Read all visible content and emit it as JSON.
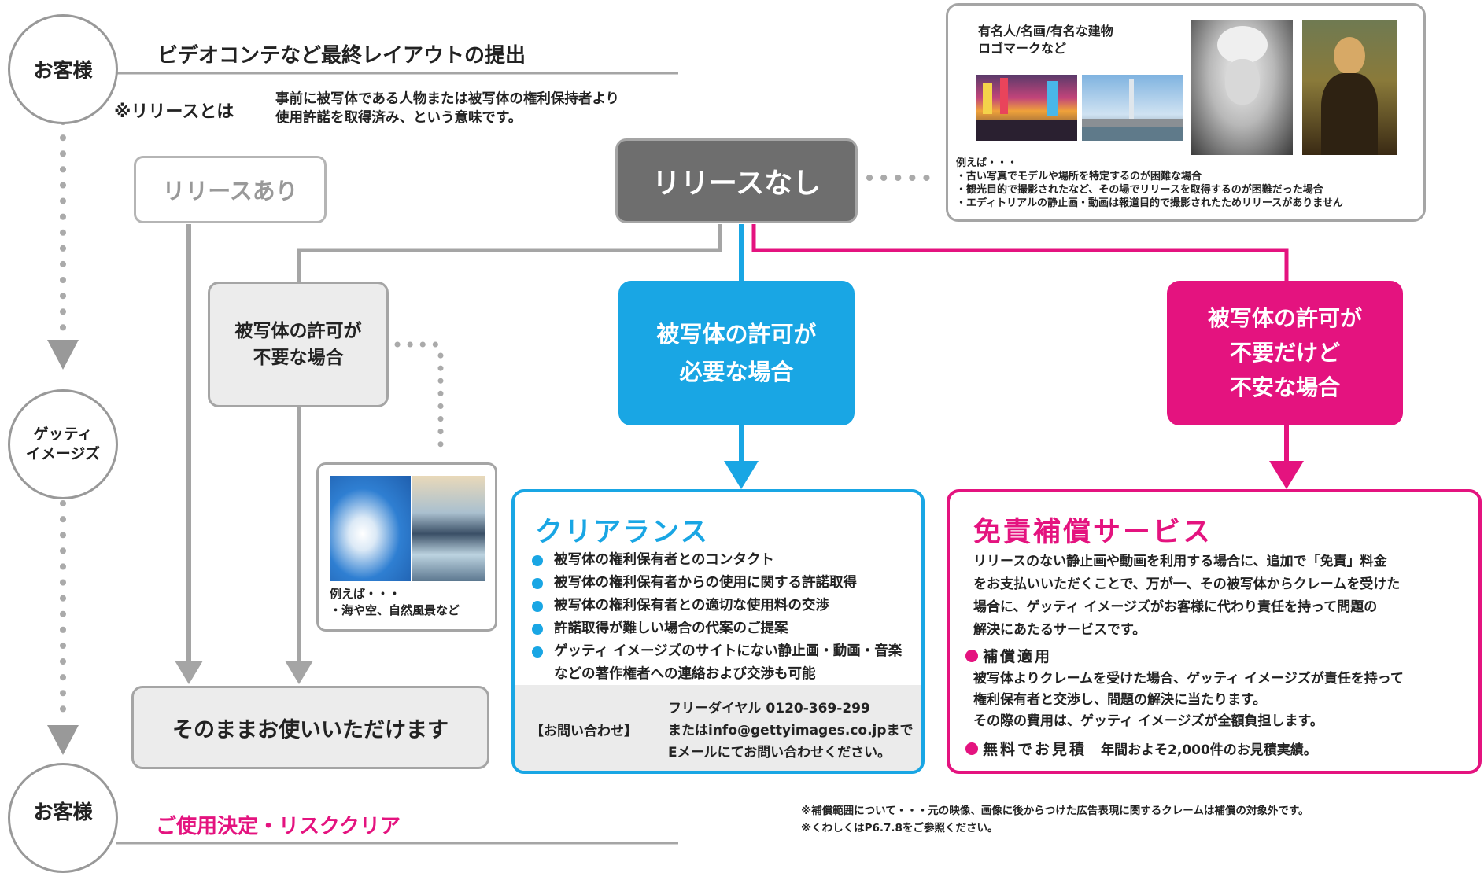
{
  "customer_top": {
    "label": "お客様",
    "title": "ビデオコンテなど最終レイアウトの提出",
    "release_def_label": "※リリースとは",
    "release_def_text": "事前に被写体である人物または被写体の権利保持者より\n使用許諾を取得済み、という意味です。"
  },
  "getty_circle": {
    "label": "ゲッティ\nイメージズ"
  },
  "customer_bottom": {
    "label": "お客様",
    "title": "ご使用決定・リスククリア"
  },
  "release_yes": {
    "label": "リリースあり"
  },
  "release_no": {
    "label": "リリースなし"
  },
  "famous_panel": {
    "heading": "有名人/名画/有名な建物\nロゴマークなど",
    "examples": "例えば・・・\n・古い写真でモデルや場所を特定するのが困難な場合\n・観光目的で撮影されたなど、その場でリリースを取得するのが困難だった場合\n・エディトリアルの静止画・動画は報道目的で撮影されたためリリースがありません"
  },
  "not_required": {
    "label": "被写体の許可が\n不要な場合"
  },
  "nature_panel": {
    "examples": "例えば・・・\n・海や空、自然風景など"
  },
  "use_as_is": {
    "label": "そのままお使いいただけます"
  },
  "required": {
    "label": "被写体の許可が\n必要な場合"
  },
  "not_required_anxious": {
    "label": "被写体の許可が\n不要だけど\n不安な場合"
  },
  "clearance": {
    "title": "クリアランス",
    "items": [
      "被写体の権利保有者とのコンタクト",
      "被写体の権利保有者からの使用に関する許諾取得",
      "被写体の権利保有者との適切な使用料の交渉",
      "許諾取得が難しい場合の代案のご提案",
      "ゲッティ イメージズのサイトにない静止画・動画・音楽\nなどの著作権者への連絡および交渉も可能"
    ],
    "contact_label": "【お問い合わせ】",
    "contact_text": "フリーダイヤル 0120-369-299\nまたはinfo@gettyimages.co.jpまで\nEメールにてお問い合わせください。"
  },
  "indemnity": {
    "title": "免責補償サービス",
    "description": "リリースのない静止画や動画を利用する場合に、追加で「免責」料金\nをお支払いいただくことで、万が一、その被写体からクレームを受けた\n場合に、ゲッティ イメージズがお客様に代わり責任を持って問題の\n解決にあたるサービスです。",
    "applied_label": "補償適用",
    "applied_text": "被写体よりクレームを受けた場合、ゲッティ イメージズが責任を持って\n権利保有者と交渉し、問題の解決に当たります。\nその際の費用は、ゲッティ イメージズが全額負担します。",
    "estimate_label": "無料でお見積",
    "estimate_text": "年間およそ2,000件のお見積実績。"
  },
  "footnote": "※補償範囲について・・・元の映像、画像に後からつけた広告表現に関するクレームは補償の対象外です。\n※くわしくはP6.7.8をご参照ください。",
  "colors": {
    "cyan": "#19a6e4",
    "magenta": "#e4137f",
    "dark_gray": "#6e6e6e",
    "line_gray": "#a5a5a5"
  }
}
